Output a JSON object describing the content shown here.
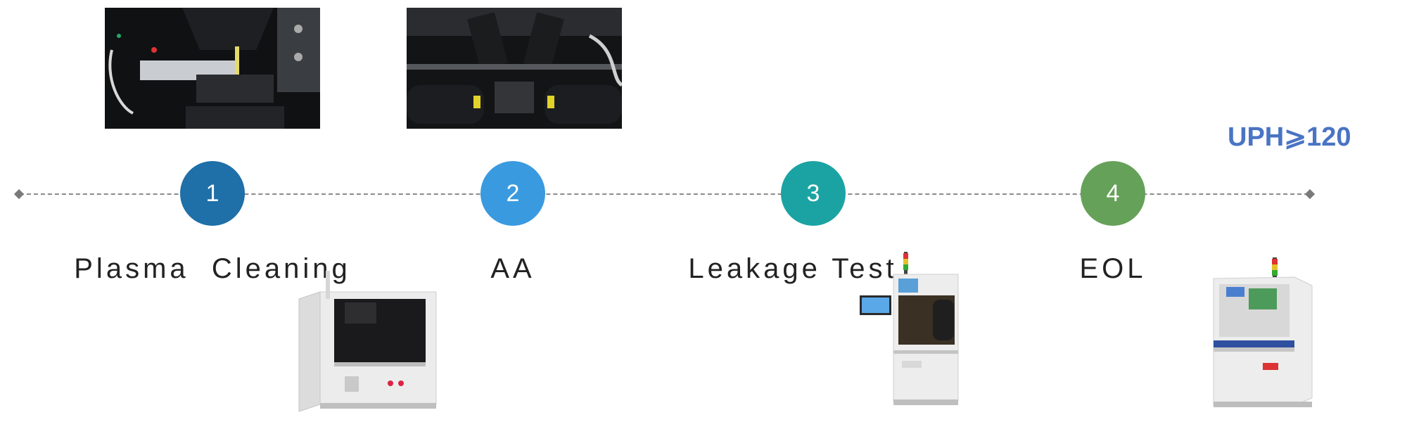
{
  "uph": "UPH⩾120",
  "steps": [
    {
      "number": "1",
      "label": "Plasma  Cleaning",
      "color": "#1f6fa8"
    },
    {
      "number": "2",
      "label": "AA",
      "color": "#3a9ae0"
    },
    {
      "number": "3",
      "label": "Leakage Test",
      "color": "#1ba3a3"
    },
    {
      "number": "4",
      "label": "EOL",
      "color": "#66a159"
    }
  ],
  "images": {
    "plasma_closeup": "plasma-cleaning-closeup-photo",
    "aa_closeup": "aa-station-closeup-photo",
    "plasma_machine": "plasma-cleaning-machine-photo",
    "leakage_machine": "leakage-test-machine-photo",
    "eol_machine": "eol-machine-photo"
  }
}
